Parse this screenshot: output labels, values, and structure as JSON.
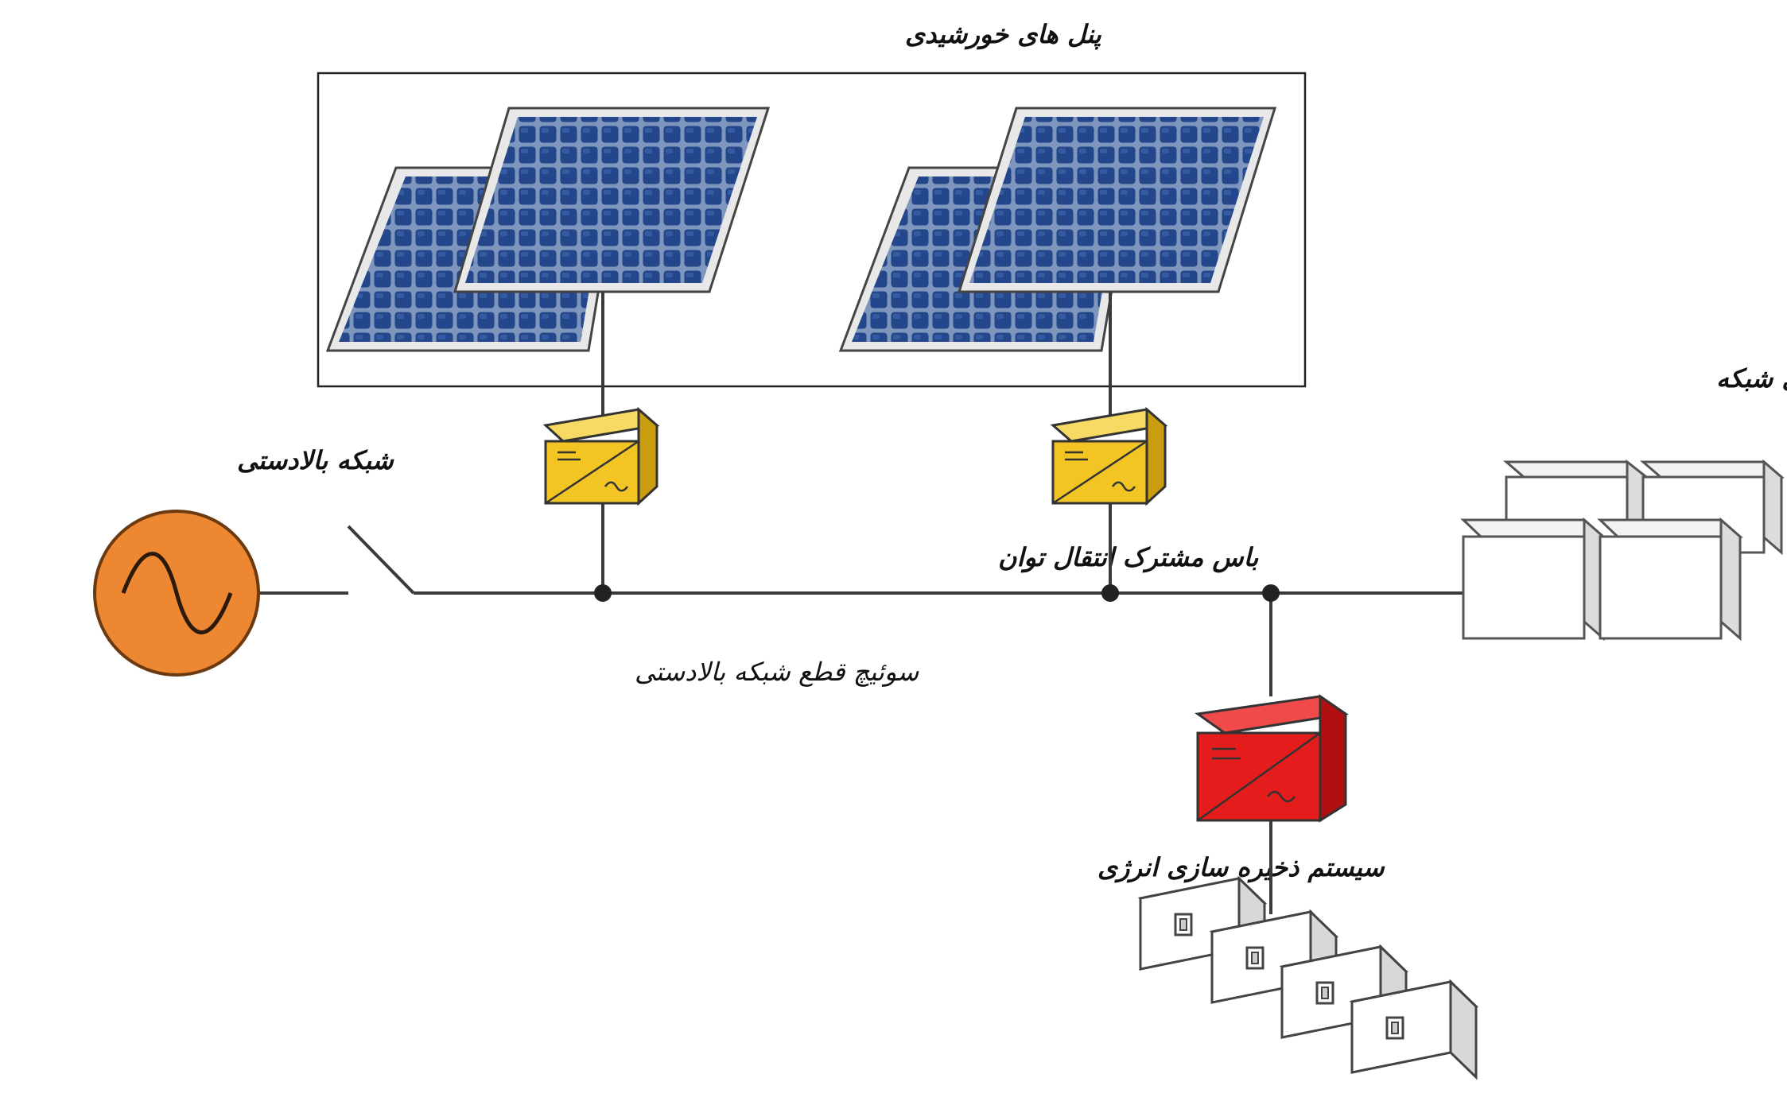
{
  "labels": {
    "solar_panels": "پنل های خورشیدی",
    "upstream_grid": "شبکه بالادستی",
    "common_bus": "باس مشترک انتقال توان",
    "grid_switch": "سوئیچ قطع شبکه بالادستی",
    "grid_loads": "بارهای شبکه",
    "energy_storage": "سیستم ذخیره سازی انرژی"
  },
  "colors": {
    "panel_cell": "#23478a",
    "panel_frame": "#e6e6e6",
    "inverter_solar": "#f2c524",
    "inverter_storage": "#e51c1c",
    "generator": "#ee8732",
    "load_box": "#ffffff",
    "wire": "#3a3a3a"
  },
  "icons": {
    "generator": "ac-source-icon",
    "inverter": "dc-ac-inverter-icon",
    "switch": "open-switch-icon",
    "battery": "battery-icon",
    "load": "load-box-icon",
    "panel": "solar-panel-icon"
  }
}
